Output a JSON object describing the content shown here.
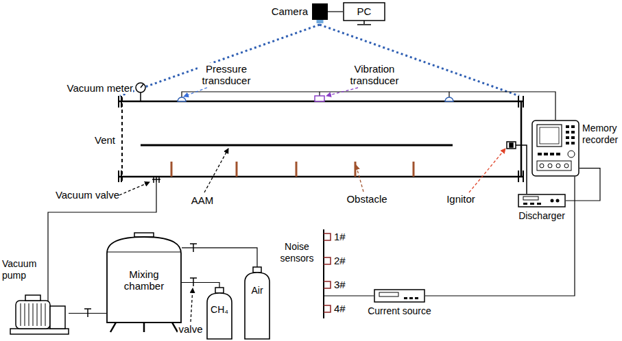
{
  "diagram": {
    "nodes": [
      {
        "text": [
          "Camera"
        ]
      },
      {
        "text": [
          "PC"
        ]
      },
      {
        "text": [
          "Memory recorder"
        ]
      },
      {
        "text": [
          "Discharger"
        ]
      },
      {
        "text": [
          "Current source"
        ]
      },
      {
        "text": [
          "Vacuum pump"
        ]
      },
      {
        "text": [
          "Mixing chamber"
        ]
      },
      {
        "text": [
          "CH₄"
        ]
      },
      {
        "text": [
          "Air"
        ]
      }
    ],
    "edges": [
      {
        "from": 0,
        "to": 1,
        "arrow": "none"
      },
      {
        "from": 3,
        "to": 2,
        "arrow": "none"
      },
      {
        "from": 4,
        "to": 2,
        "arrow": "none"
      },
      {
        "from": 5,
        "to": 6,
        "arrow": "none"
      },
      {
        "from": 6,
        "to": 8,
        "arrow": "none"
      },
      {
        "from": 6,
        "to": 7,
        "arrow": "none"
      }
    ],
    "labels": [
      "Vacuum meter",
      "Pressure transducer",
      "Vibration transducer",
      "Vent",
      "AAM",
      "Obstacle",
      "Ignitor",
      "Vacuum valve",
      "valve",
      "Noise sensors",
      "1#",
      "2#",
      "3#",
      "4#"
    ]
  }
}
